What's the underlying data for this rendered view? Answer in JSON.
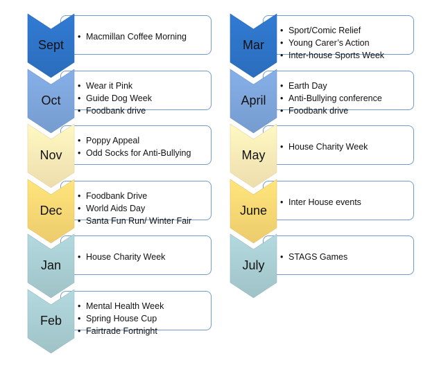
{
  "left_column": [
    {
      "month": "Sept",
      "color": "#2E74C8",
      "items": [
        "Macmillan Coffee Morning"
      ]
    },
    {
      "month": "Oct",
      "color": "#7EA6DC",
      "items": [
        "Wear it Pink",
        "Guide Dog Week",
        "Foodbank drive"
      ]
    },
    {
      "month": "Nov",
      "color": "#FCEBB8",
      "items": [
        "Poppy Appeal",
        "Odd Socks for Anti-Bullying"
      ]
    },
    {
      "month": "Dec",
      "color": "#FBD874",
      "items": [
        "Foodbank Drive",
        "World Aids Day",
        "Santa Fun Run/ Winter Fair"
      ]
    },
    {
      "month": "Jan",
      "color": "#A9CED3",
      "items": [
        "House Charity Week"
      ]
    },
    {
      "month": "Feb",
      "color": "#A9CED3",
      "items": [
        "Mental Health Week",
        "Spring House Cup",
        "Fairtrade Fortnight"
      ]
    }
  ],
  "right_column": [
    {
      "month": "Mar",
      "color": "#2E74C8",
      "items": [
        "Sport/Comic  Relief",
        "Young Carer’s Action",
        "Inter-house Sports Week"
      ]
    },
    {
      "month": "April",
      "color": "#7EA6DC",
      "items": [
        "Earth Day",
        "Anti-Bullying conference",
        "Foodbank drive"
      ]
    },
    {
      "month": "May",
      "color": "#FCEBB8",
      "items": [
        "House Charity Week"
      ]
    },
    {
      "month": "June",
      "color": "#FBD874",
      "items": [
        "Inter House events"
      ]
    },
    {
      "month": "July",
      "color": "#A9CED3",
      "items": [
        "STAGS Games"
      ]
    }
  ]
}
